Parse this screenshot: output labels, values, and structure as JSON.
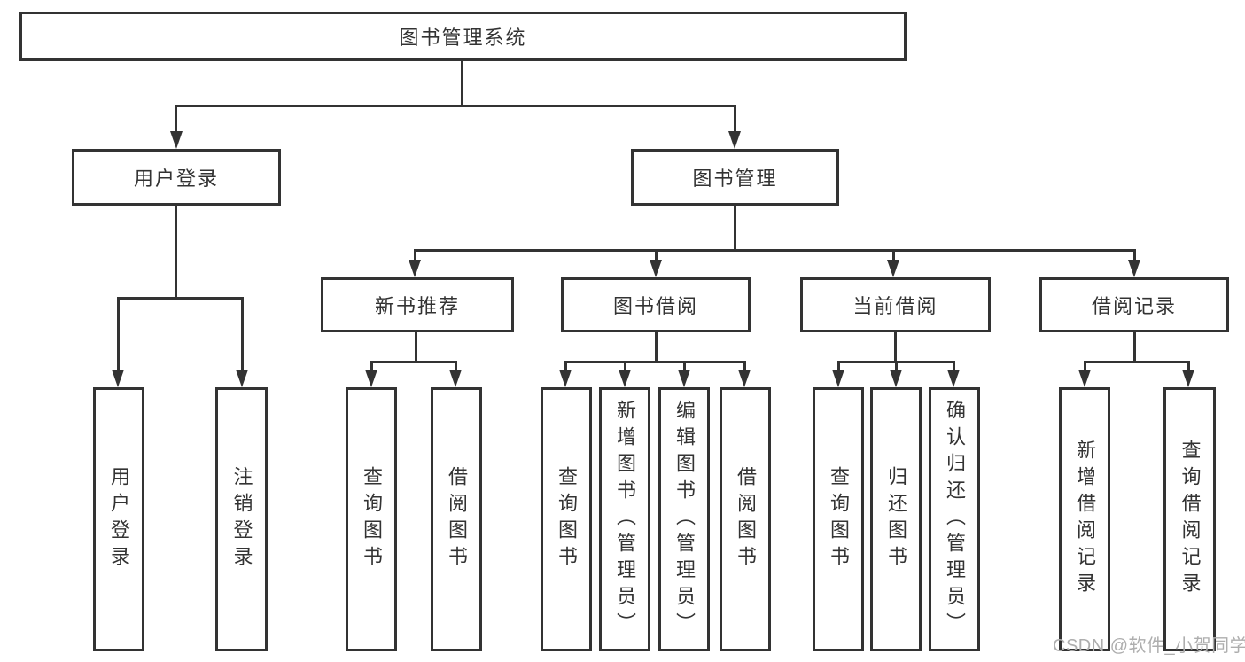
{
  "diagram": {
    "root": {
      "label": "图书管理系统"
    },
    "level2": {
      "user_login": {
        "label": "用户登录"
      },
      "book_management": {
        "label": "图书管理"
      }
    },
    "level3": {
      "new_book_recommend": {
        "label": "新书推荐"
      },
      "book_borrow": {
        "label": "图书借阅"
      },
      "current_borrow": {
        "label": "当前借阅"
      },
      "borrow_records": {
        "label": "借阅记录"
      }
    },
    "children": {
      "user_login": [
        "用户登录",
        "注销登录"
      ],
      "new_book_recommend": [
        "查询图书",
        "借阅图书"
      ],
      "book_borrow": [
        "查询图书",
        "新增图书（管理员）",
        "编辑图书（管理员）",
        "借阅图书"
      ],
      "current_borrow": [
        "查询图书",
        "归还图书",
        "确认归还（管理员）"
      ],
      "borrow_records": [
        "新增借阅记录",
        "查询借阅记录"
      ]
    }
  },
  "watermark": {
    "text": "CSDN @软件_小贺同学"
  },
  "colors": {
    "line": "#333333",
    "text": "#333333",
    "background": "#ffffff",
    "watermark": "#aeaeae"
  }
}
